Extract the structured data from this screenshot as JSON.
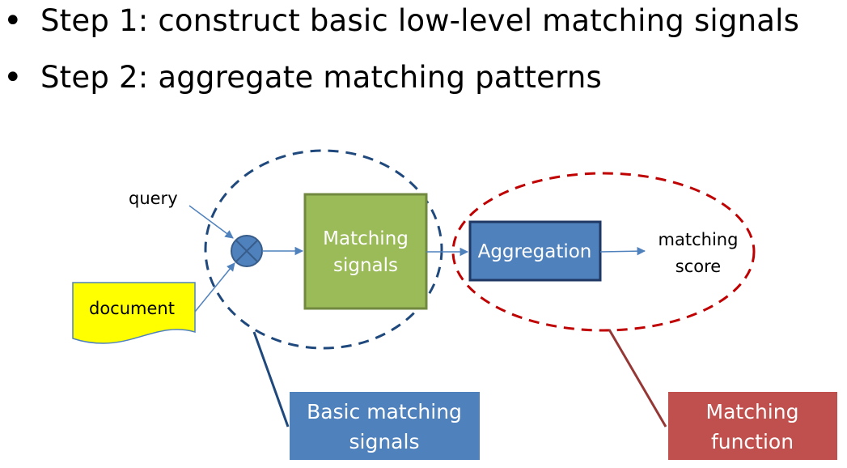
{
  "bullets": [
    {
      "marker": "•",
      "text": "Step 1: construct basic low-level matching signals"
    },
    {
      "marker": "•",
      "text": "Step 2: aggregate matching patterns"
    }
  ],
  "diagram": {
    "inputs": {
      "query": "query",
      "document": "document"
    },
    "matching_signals_box": {
      "line1": "Matching",
      "line2": "signals"
    },
    "aggregation_box": {
      "label": "Aggregation"
    },
    "output": {
      "line1": "matching",
      "line2": "score"
    },
    "callouts": {
      "basic": {
        "line1": "Basic matching",
        "line2": "signals"
      },
      "function": {
        "line1": "Matching",
        "line2": "function"
      }
    },
    "colors": {
      "arrow": "#4f81bd",
      "operator_fill": "#4f81bd",
      "operator_stroke": "#385d8a",
      "matching_signals_fill": "#9bbb59",
      "matching_signals_stroke": "#71893f",
      "aggregation_fill": "#4f81bd",
      "aggregation_stroke": "#1f3864",
      "document_fill": "#ffff00",
      "document_stroke": "#4f81bd",
      "blue_ellipse": "#1f497d",
      "red_ellipse": "#c00000",
      "basic_callout_fill": "#4f81bd",
      "function_callout_fill": "#c0504d",
      "basic_connector": "#1f497d",
      "function_connector": "#953735"
    }
  }
}
